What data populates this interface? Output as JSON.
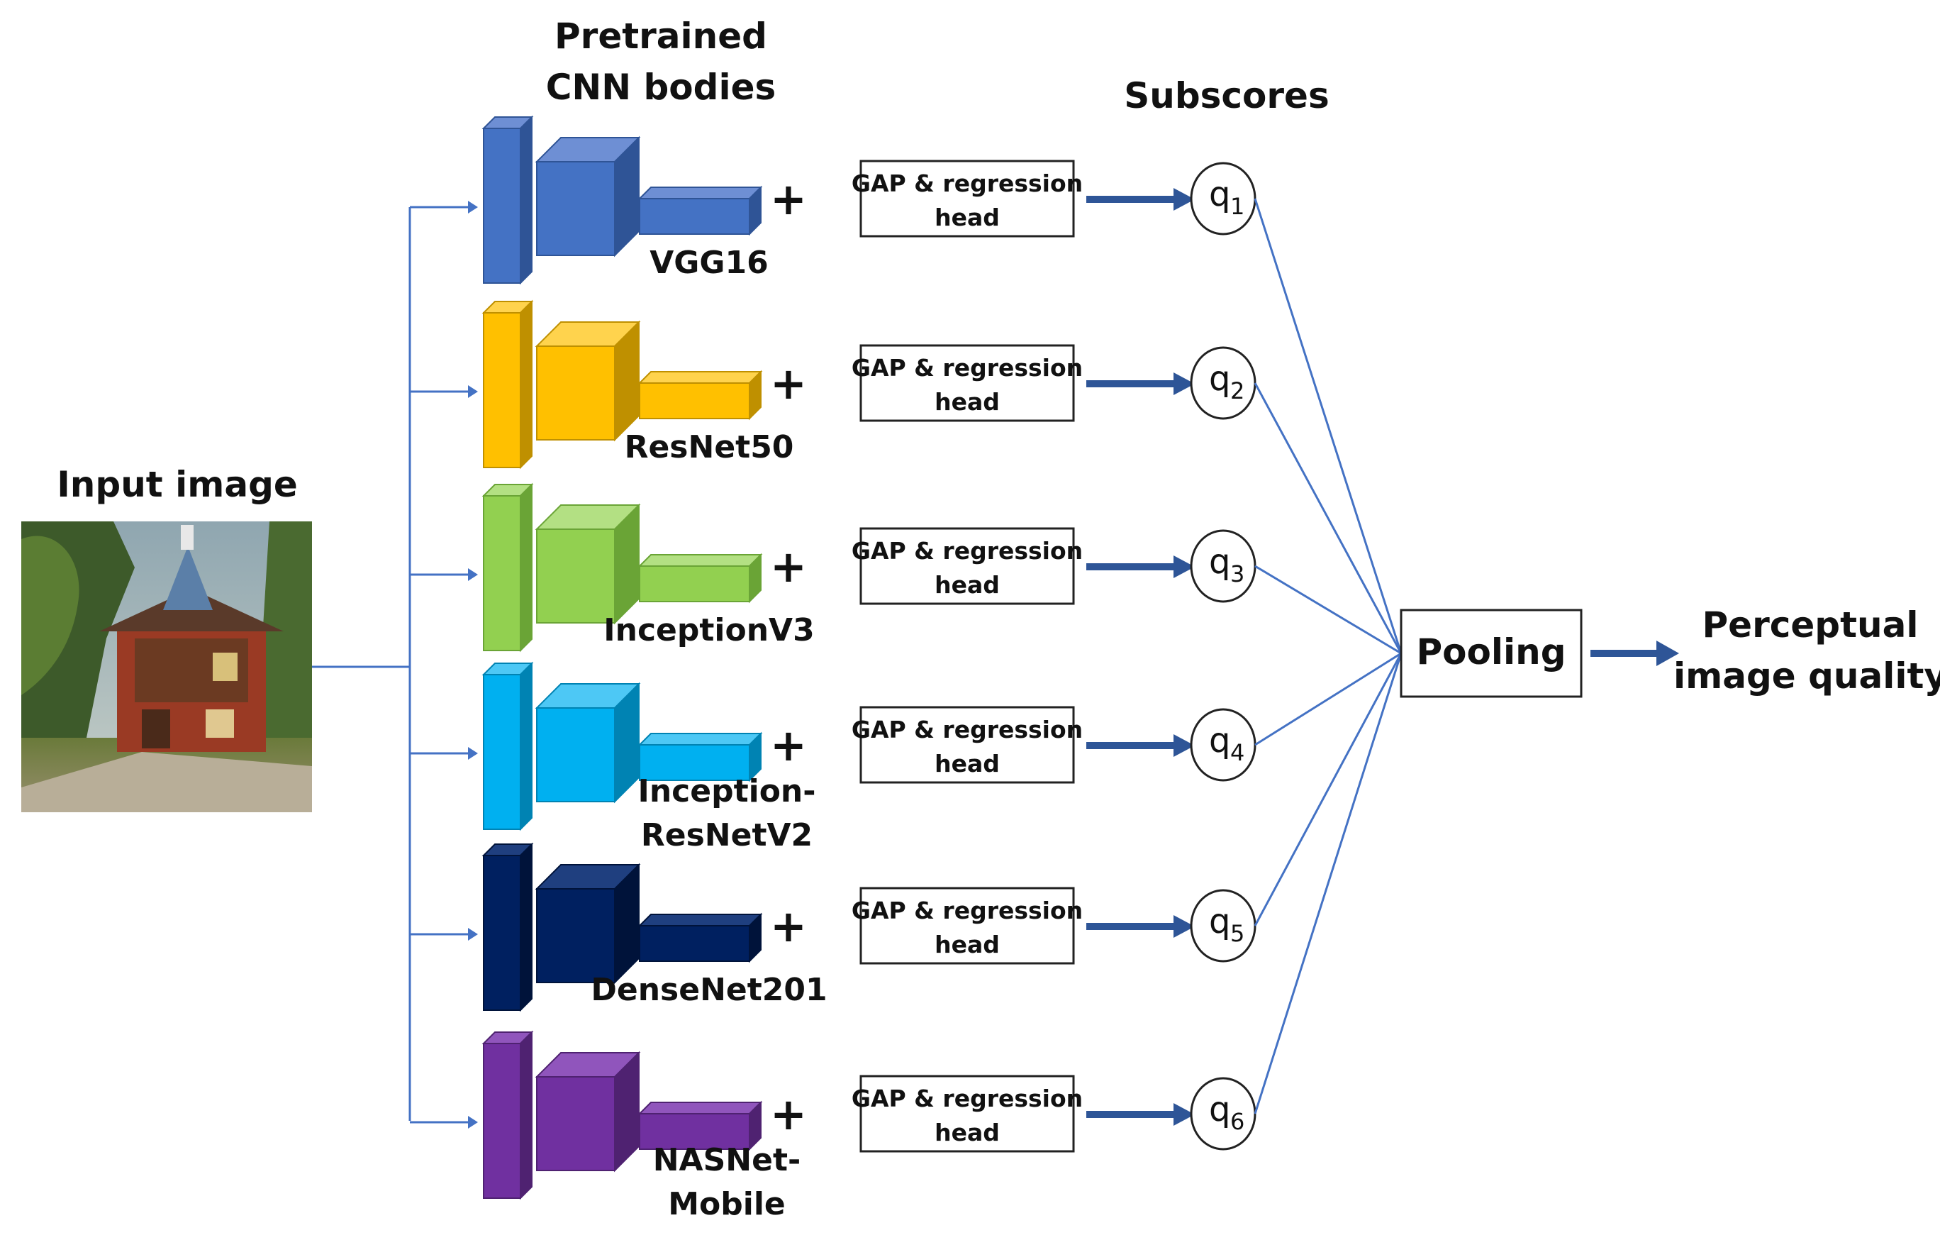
{
  "labels": {
    "pretrained_line1": "Pretrained",
    "pretrained_line2": "CNN bodies",
    "subscores": "Subscores",
    "input_image": "Input image",
    "pooling": "Pooling",
    "output_line1": "Perceptual",
    "output_line2": "image quality",
    "plus": "+",
    "head_line1": "GAP & regression",
    "head_line2": "head"
  },
  "colors": {
    "line": "#4472C4",
    "arrow": "#2E5597"
  },
  "networks": [
    {
      "name_lines": [
        "VGG16"
      ],
      "color": "#4472C4",
      "dark": "#2F5496",
      "light": "#6E8FD4",
      "score": "q",
      "sub": "1"
    },
    {
      "name_lines": [
        "ResNet50"
      ],
      "color": "#FFC000",
      "dark": "#BF9000",
      "light": "#FFD34D",
      "score": "q",
      "sub": "2"
    },
    {
      "name_lines": [
        "InceptionV3"
      ],
      "color": "#92D050",
      "dark": "#6AA436",
      "light": "#B3E083",
      "score": "q",
      "sub": "3"
    },
    {
      "name_lines": [
        "Inception-",
        "ResNetV2"
      ],
      "color": "#00B0F0",
      "dark": "#0083B3",
      "light": "#4DC8F5",
      "score": "q",
      "sub": "4"
    },
    {
      "name_lines": [
        "DenseNet201"
      ],
      "color": "#002060",
      "dark": "#00133A",
      "light": "#1F3F7F",
      "score": "q",
      "sub": "5"
    },
    {
      "name_lines": [
        "NASNet-",
        "Mobile"
      ],
      "color": "#7030A0",
      "dark": "#4F2271",
      "light": "#9055BC",
      "score": "q",
      "sub": "6"
    }
  ]
}
